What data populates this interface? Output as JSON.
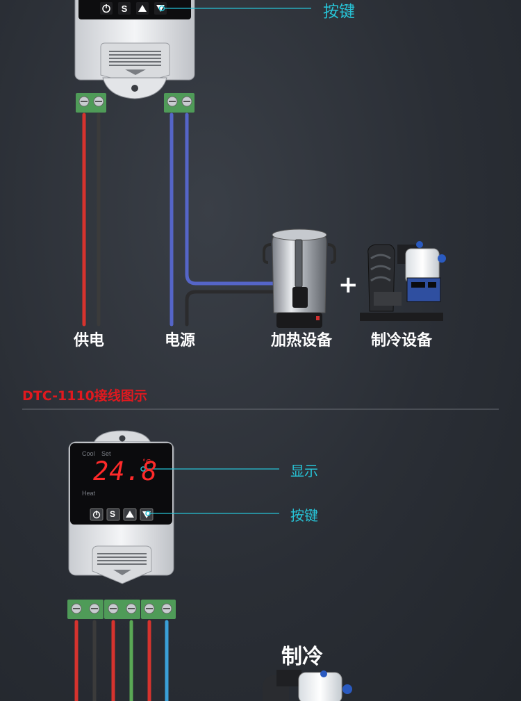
{
  "top_diagram": {
    "button_label": "按键",
    "power_label": "供电",
    "source_label": "电源",
    "heating_label": "加热设备",
    "plus_sign": "+",
    "cooling_label": "制冷设备"
  },
  "section_title": "DTC-1110接线图示",
  "bottom_diagram": {
    "panel_labels": {
      "cool": "Cool",
      "set": "Set",
      "heat": "Heat"
    },
    "display_value": "24.8",
    "unit": "°C",
    "display_label": "显示",
    "button_label": "按键",
    "cooling_label": "制冷",
    "key_s": "S"
  },
  "colors": {
    "callout": "#27c3d6",
    "title_red": "#e0191f",
    "wire_red": "#d6332e",
    "wire_blue": "#5565c8",
    "wire_green": "#5aa855",
    "wire_lightblue": "#3aa0d8",
    "wire_black": "#3b3b3b",
    "terminal_green": "#4f9b58",
    "digit_red": "#ff2a2a"
  }
}
